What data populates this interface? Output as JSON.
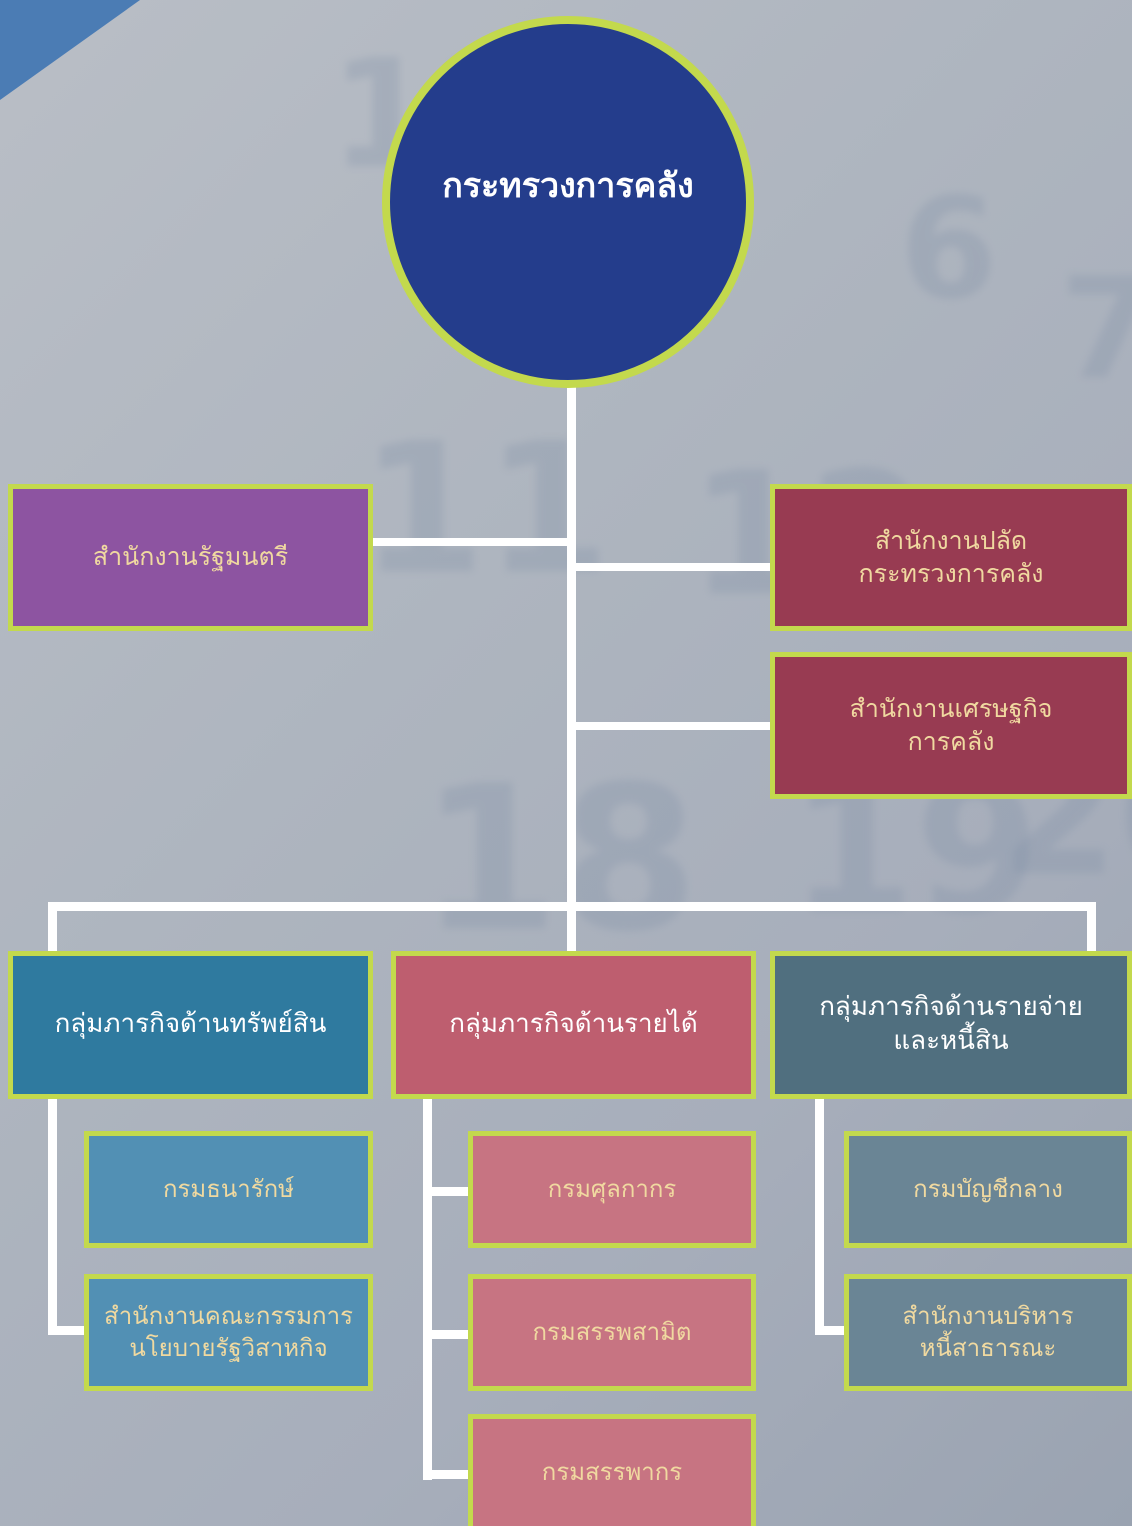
{
  "root": {
    "title": "กระทรวงการคลัง"
  },
  "offices": [
    {
      "label": "สำนักงานรัฐมนตรี"
    },
    {
      "label": "สำนักงานปลัด\nกระทรวงการคลัง"
    },
    {
      "label": "สำนักงานเศรษฐกิจ\nการคลัง"
    }
  ],
  "groups": [
    {
      "label": "กลุ่มภารกิจด้านทรัพย์สิน",
      "departments": [
        "กรมธนารักษ์",
        "สำนักงานคณะกรรมการ\nนโยบายรัฐวิสาหกิจ"
      ]
    },
    {
      "label": "กลุ่มภารกิจด้านรายได้",
      "departments": [
        "กรมศุลกากร",
        "กรมสรรพสามิต",
        "กรมสรรพากร"
      ]
    },
    {
      "label": "กลุ่มภารกิจด้านรายจ่าย\nและหนี้สิน",
      "departments": [
        "กรมบัญชีกลาง",
        "สำนักงานบริหาร\nหนี้สาธารณะ"
      ]
    }
  ],
  "colors": {
    "root_fill": "#243d8c",
    "border": "#c3d94d",
    "office_minister": "#8d54a1",
    "office_maroon": "#983b52",
    "group_assets": "#2f7a9f",
    "group_revenue": "#be5e6f",
    "group_expense": "#506f7f"
  }
}
